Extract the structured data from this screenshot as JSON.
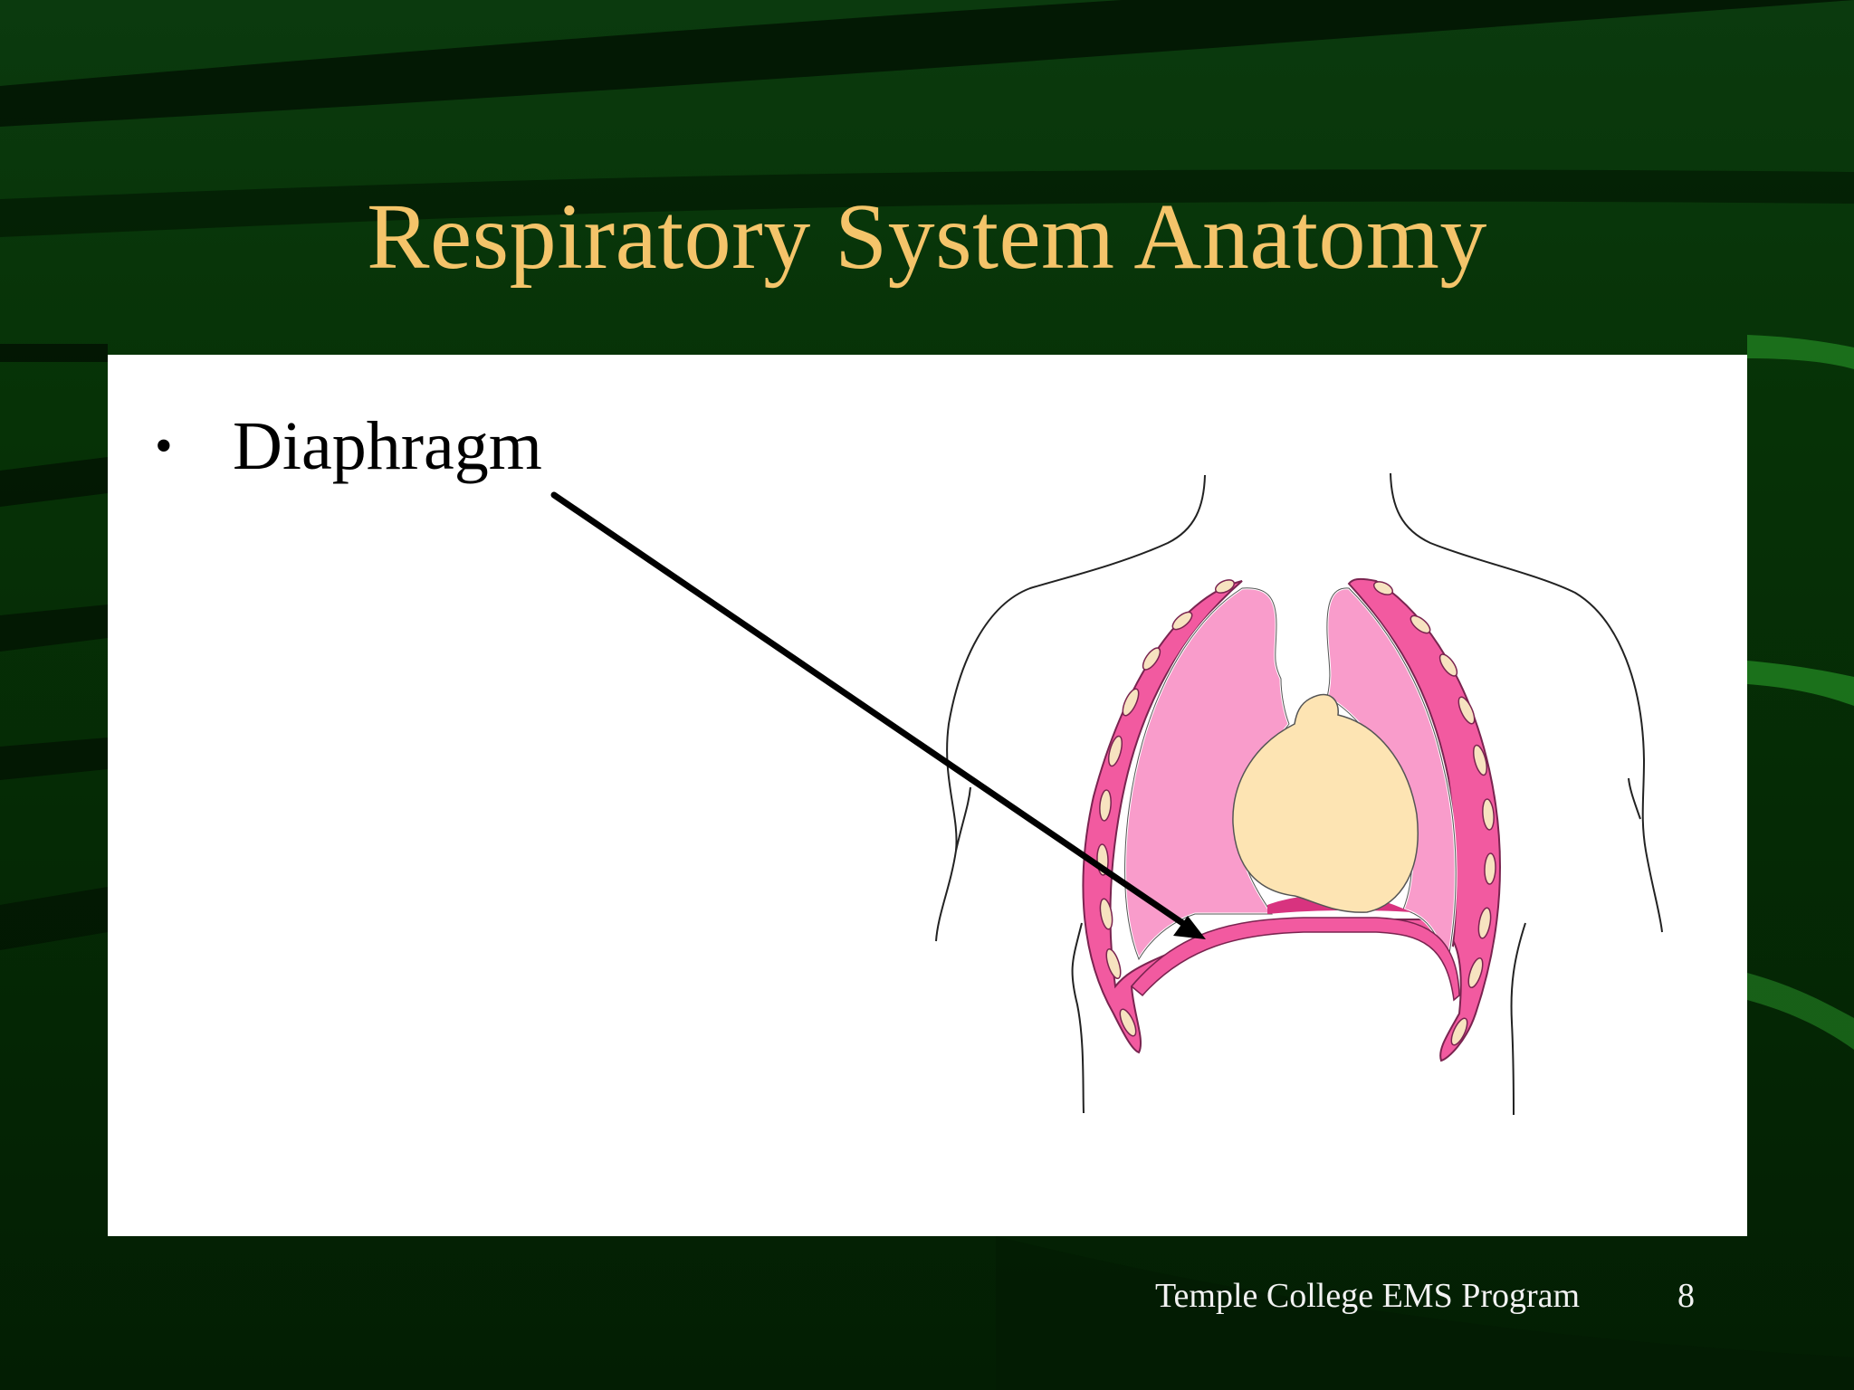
{
  "slide": {
    "title": "Respiratory System Anatomy",
    "bullets": [
      {
        "marker": "•",
        "text": "Diaphragm"
      }
    ],
    "footer": "Temple College EMS Program",
    "page_number": "8"
  },
  "colors": {
    "background": "#062806",
    "title": "#F4C46A",
    "panel": "#FFFFFF",
    "lung": "#F99CCB",
    "pleura": "#F25AA0",
    "heart": "#FDE4B3",
    "rib": "#F7E3C0",
    "diaphragm": "#F25AA0"
  },
  "diagram": {
    "labels": [
      {
        "term": "diaphragm",
        "arrow": "from-bullet-to-diaphragm"
      }
    ]
  }
}
